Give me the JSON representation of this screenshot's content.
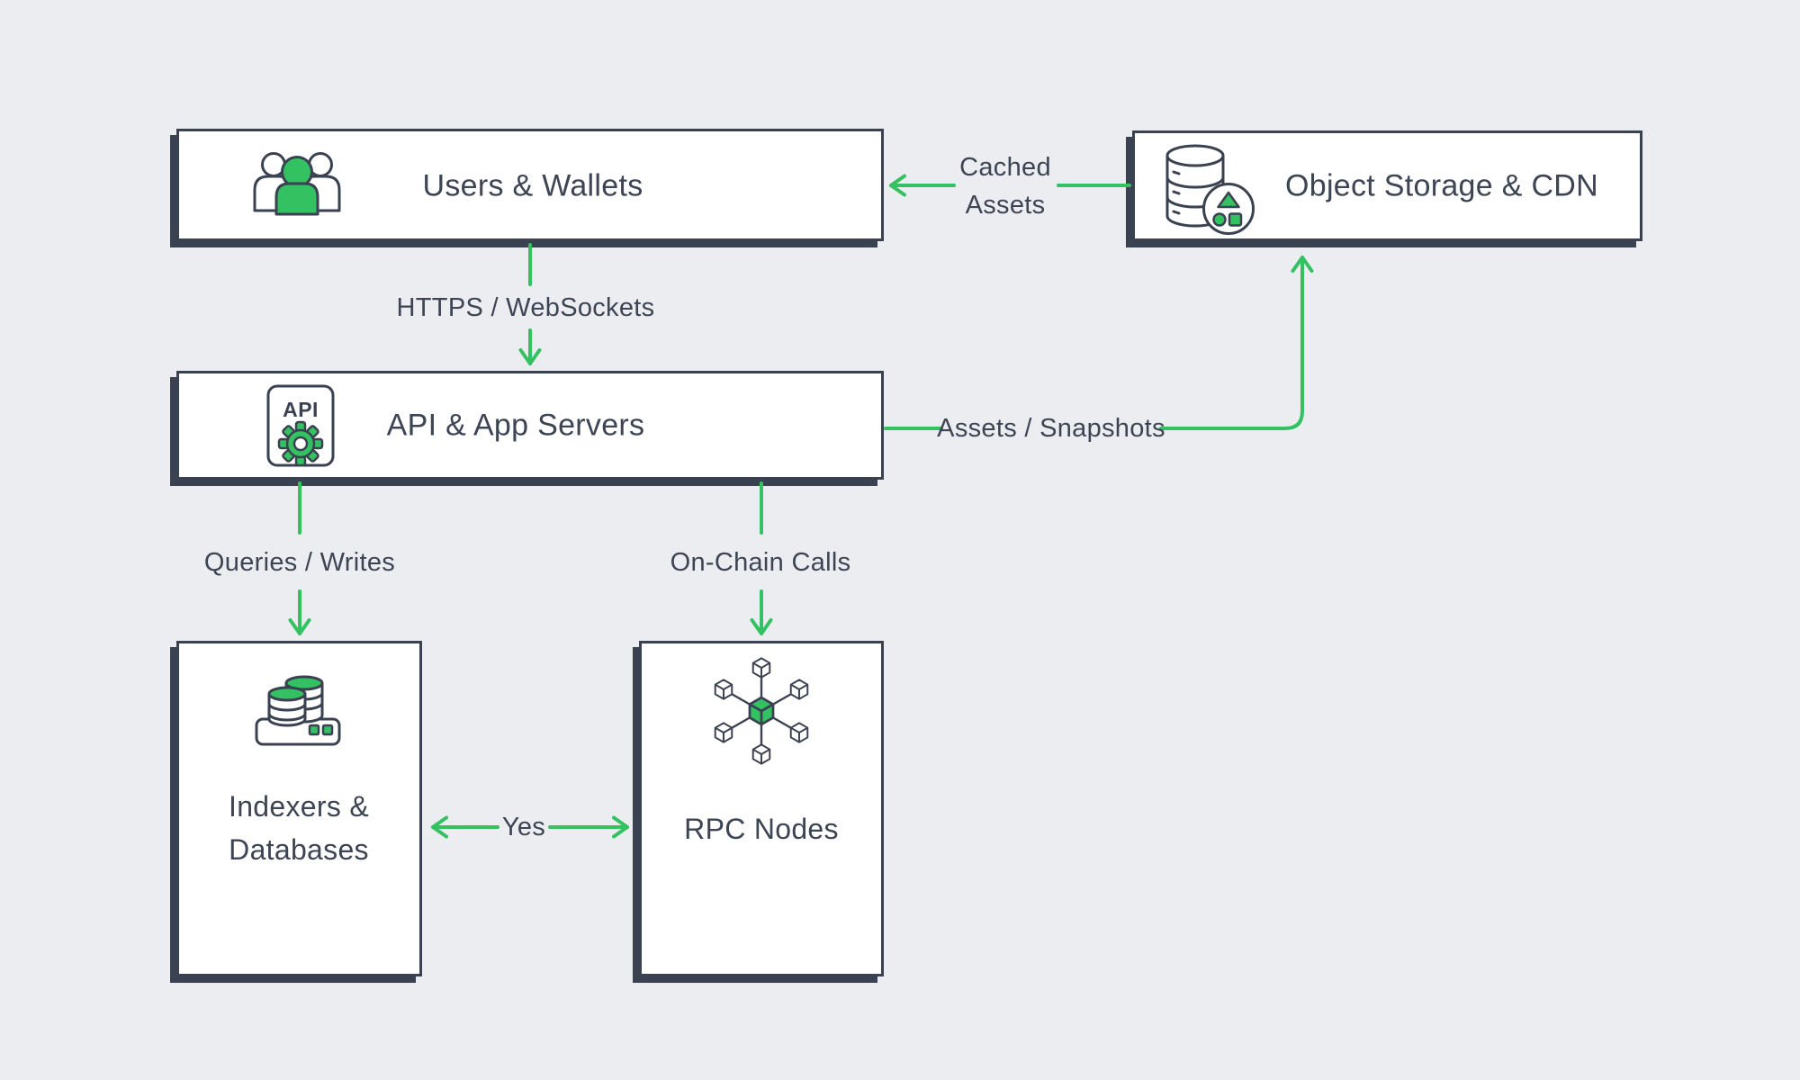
{
  "diagram": {
    "title_implicit": "Web3 application architecture diagram",
    "colors": {
      "background": "#ecedf1",
      "accent_green": "#33c162",
      "ink": "#3a4150",
      "node_fill": "#ffffff"
    }
  },
  "nodes": {
    "users_wallets": {
      "label": "Users & Wallets",
      "icon": "users-icon"
    },
    "object_storage": {
      "label": "Object Storage & CDN",
      "icon": "object-storage-icon"
    },
    "api_servers": {
      "label": "API & App Servers",
      "icon": "api-gear-icon",
      "icon_text": "API"
    },
    "indexers": {
      "label_line1": "Indexers &",
      "label_line2": "Databases",
      "icon": "stacked-databases-icon"
    },
    "rpc_nodes": {
      "label": "RPC Nodes",
      "icon": "blockchain-nodes-icon"
    }
  },
  "edges": {
    "https_websockets": {
      "label": "HTTPS / WebSockets",
      "from": "users_wallets",
      "to": "api_servers"
    },
    "cached_assets": {
      "label_line1": "Cached",
      "label_line2": "Assets",
      "from": "object_storage",
      "to": "users_wallets"
    },
    "assets_snapshots": {
      "label": "Assets / Snapshots",
      "from": "api_servers",
      "to": "object_storage"
    },
    "queries_writes": {
      "label": "Queries / Writes",
      "from": "api_servers",
      "to": "indexers"
    },
    "on_chain_calls": {
      "label": "On-Chain Calls",
      "from": "api_servers",
      "to": "rpc_nodes"
    },
    "yes_link": {
      "label": "Yes",
      "between": [
        "indexers",
        "rpc_nodes"
      ]
    }
  }
}
